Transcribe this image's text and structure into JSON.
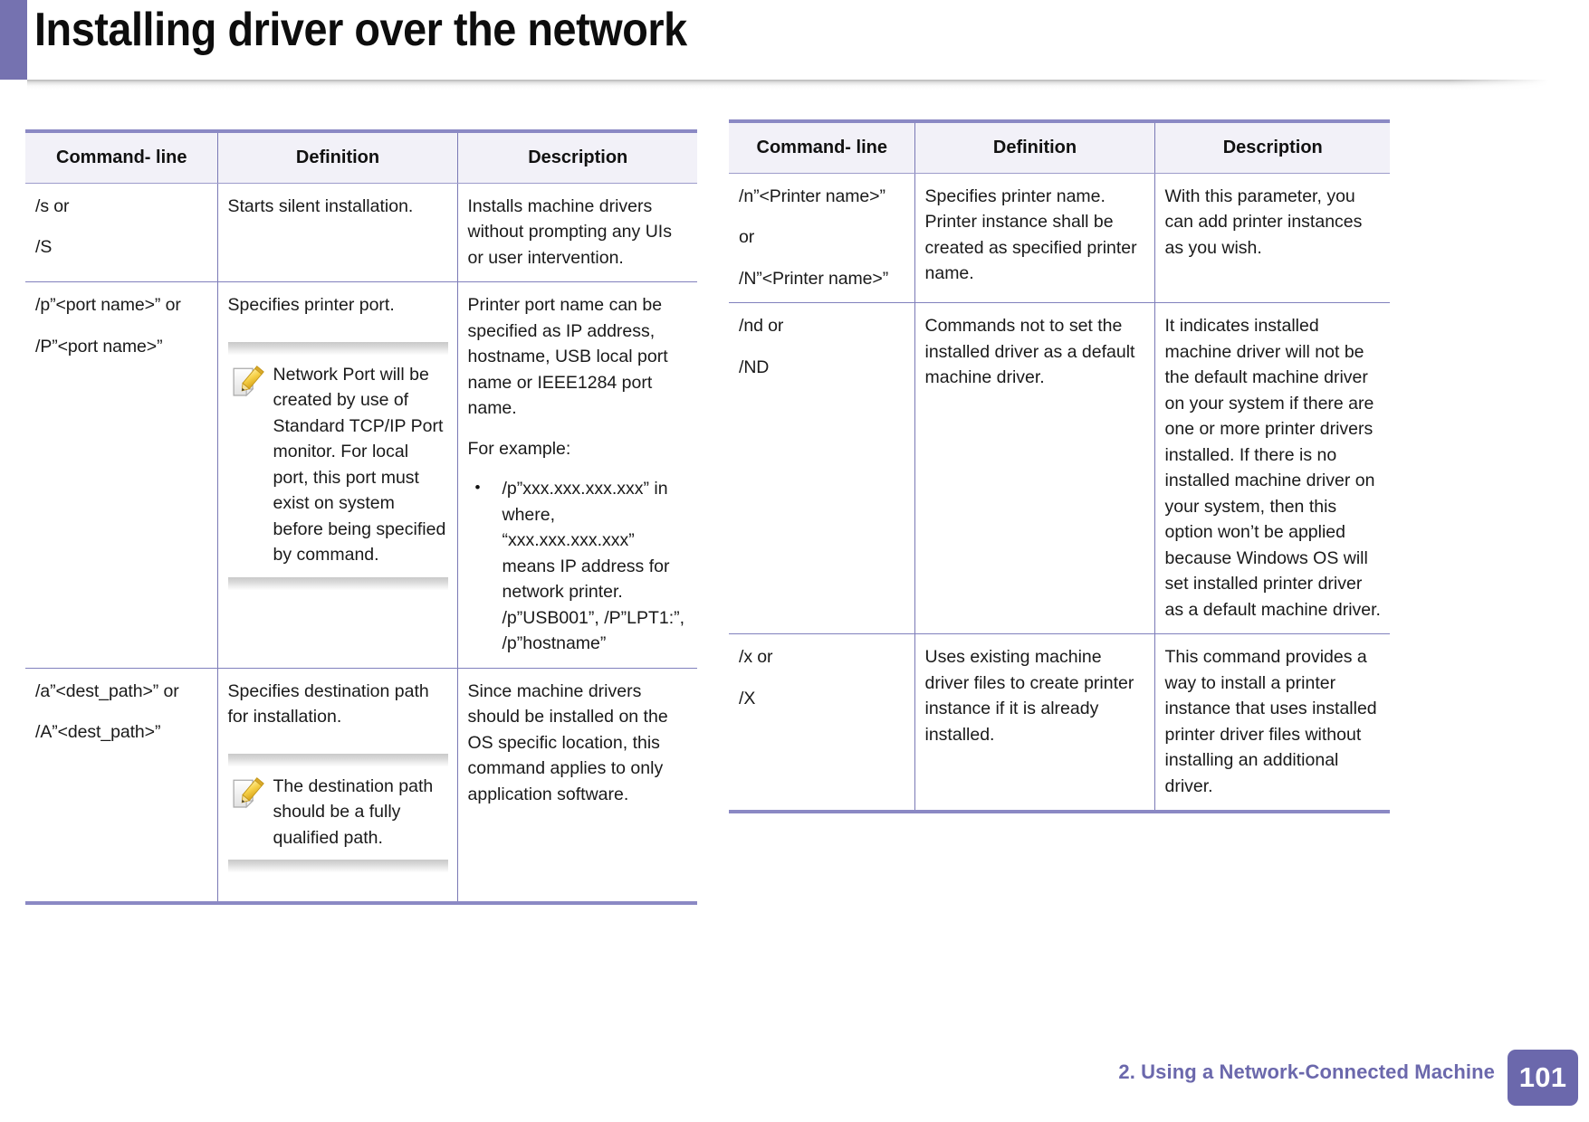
{
  "page": {
    "title": "Installing driver over the network",
    "footer_text": "2.  Using a Network-Connected Machine",
    "page_number": "101",
    "accent_color": "#7572b0",
    "header_bar_color": "#8b89c4",
    "table_border_color": "#8180bd",
    "table_header_bg": "#f2f1f8"
  },
  "left_table": {
    "columns": [
      "Command- line",
      "Definition",
      "Description"
    ],
    "rows": [
      {
        "command_lines": [
          "/s or",
          "/S"
        ],
        "definition": [
          "Starts silent installation."
        ],
        "description": [
          "Installs machine drivers without prompting any UIs or user intervention."
        ],
        "definition_note": null,
        "bullets": []
      },
      {
        "command_lines": [
          "/p”<port name>” or",
          "/P”<port name>”"
        ],
        "definition": [
          "Specifies printer port."
        ],
        "definition_note": "Network Port will be created by use of Standard TCP/IP Port monitor. For local port, this port must exist on system before being specified by command.",
        "description": [
          "Printer port name can be specified as IP address, hostname, USB local port name or IEEE1284 port name.",
          "For example:"
        ],
        "bullets": [
          " /p”xxx.xxx.xxx.xxx” in where, “xxx.xxx.xxx.xxx” means IP address for network printer. /p”USB001”, /P”LPT1:”, /p”hostname”"
        ]
      },
      {
        "command_lines": [
          "/a”<dest_path>” or",
          "/A”<dest_path>”"
        ],
        "definition": [
          "Specifies destination path for installation."
        ],
        "definition_note": "The destination path should be a fully qualified path.",
        "description": [
          "Since machine drivers should be installed on the OS specific location, this command applies to only application software."
        ],
        "bullets": []
      }
    ]
  },
  "right_table": {
    "columns": [
      "Command- line",
      "Definition",
      "Description"
    ],
    "rows": [
      {
        "command_lines": [
          "/n”<Printer name>”",
          "or",
          "/N”<Printer name>”"
        ],
        "definition": [
          "Specifies printer name. Printer instance shall be created as specified printer name."
        ],
        "description": [
          "With this parameter, you can add printer instances as you wish."
        ]
      },
      {
        "command_lines": [
          "/nd or",
          "/ND"
        ],
        "definition": [
          "Commands not to set the installed driver as a default machine driver."
        ],
        "description": [
          "It indicates installed machine driver will not be the default machine driver on your system if there are one or more printer drivers installed. If there is no installed machine driver on your system, then this option won’t be applied because Windows OS will set installed printer driver as a default machine driver."
        ]
      },
      {
        "command_lines": [
          "/x or",
          "/X"
        ],
        "definition": [
          "Uses existing machine driver files to create printer instance if it is already installed."
        ],
        "description": [
          "This command provides a way to install a printer instance that uses installed printer driver files without installing an additional driver."
        ]
      }
    ]
  },
  "icons": {
    "note_icon": "note-pencil-icon"
  }
}
